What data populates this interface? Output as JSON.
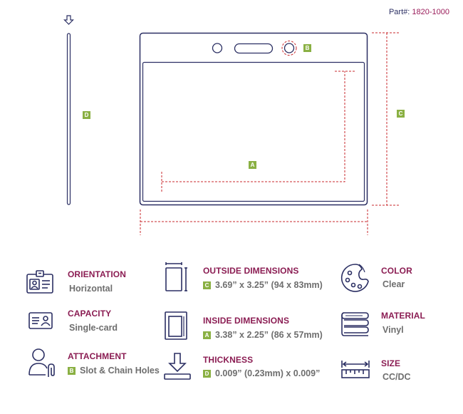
{
  "header": {
    "part_label": "Part#:",
    "part_number": "1820-1000"
  },
  "diagram": {
    "badges": {
      "a": "A",
      "b": "B",
      "c": "C",
      "d": "D"
    },
    "colors": {
      "outline": "#2b2f63",
      "dimension": "#c8282c",
      "badge": "#8ab043"
    }
  },
  "specs": {
    "orientation": {
      "title": "ORIENTATION",
      "value": "Horizontal",
      "icon": "id-badge-icon"
    },
    "capacity": {
      "title": "CAPACITY",
      "value": "Single-card",
      "icon": "id-card-icon"
    },
    "attachment": {
      "title": "ATTACHMENT",
      "badge": "B",
      "value": "Slot & Chain Holes",
      "icon": "person-clip-icon"
    },
    "outside_dimensions": {
      "title": "OUTSIDE DIMENSIONS",
      "badge": "C",
      "value": "3.69” x 3.25” (94 x 83mm)",
      "icon": "outside-dimensions-icon"
    },
    "inside_dimensions": {
      "title": "INSIDE DIMENSIONS",
      "badge": "A",
      "value": "3.38” x 2.25” (86 x 57mm)",
      "icon": "inside-dimensions-icon"
    },
    "thickness": {
      "title": "THICKNESS",
      "badge": "D",
      "value": "0.009” (0.23mm) x 0.009”",
      "icon": "thickness-icon"
    },
    "color": {
      "title": "COLOR",
      "value": "Clear",
      "icon": "palette-icon"
    },
    "material": {
      "title": "MATERIAL",
      "value": "Vinyl",
      "icon": "vinyl-roll-icon"
    },
    "size": {
      "title": "SIZE",
      "value": "CC/DC",
      "icon": "ruler-icon"
    }
  }
}
